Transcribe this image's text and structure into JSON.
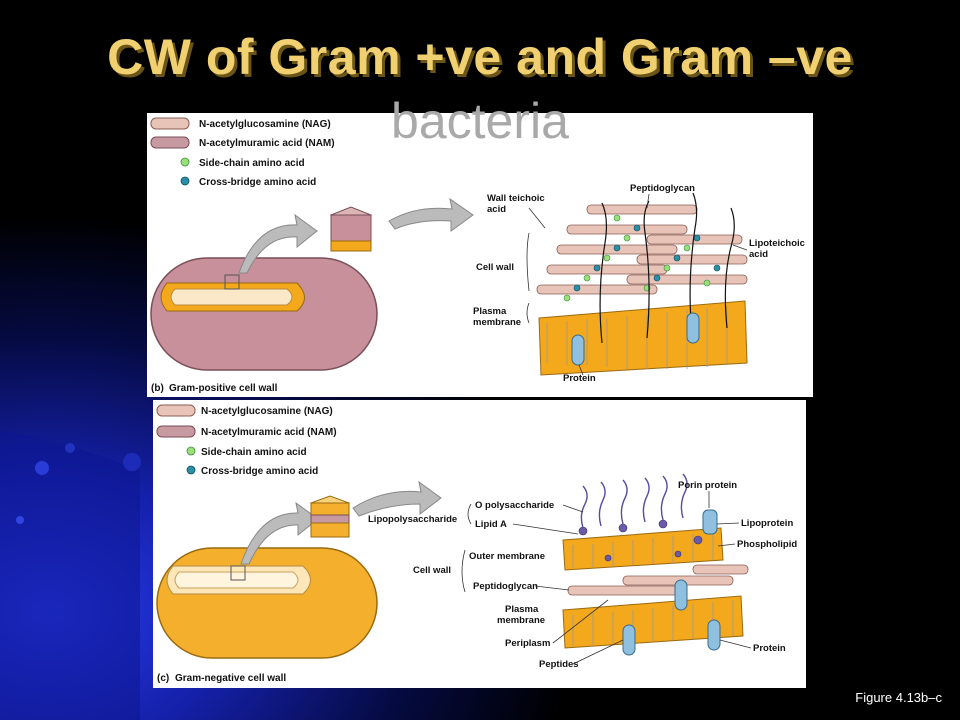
{
  "slide": {
    "title_line1": "CW of Gram +ve and Gram –ve",
    "title_line2": "bacteria",
    "figure_ref": "Figure 4.13b–c"
  },
  "legend": {
    "nag": "N-acetylglucosamine (NAG)",
    "nam": "N-acetylmuramic acid (NAM)",
    "side_chain": "Side-chain amino acid",
    "cross_bridge": "Cross-bridge amino acid"
  },
  "panel_b": {
    "caption_letter": "(b)",
    "caption": "Gram-positive cell wall",
    "labels": {
      "wall_teichoic_1": "Wall teichoic",
      "wall_teichoic_2": "acid",
      "peptidoglycan": "Peptidoglycan",
      "lipoteichoic_1": "Lipoteichoic",
      "lipoteichoic_2": "acid",
      "cell_wall": "Cell wall",
      "plasma_1": "Plasma",
      "plasma_2": "membrane",
      "protein": "Protein"
    }
  },
  "panel_c": {
    "caption_letter": "(c)",
    "caption": "Gram-negative cell wall",
    "labels": {
      "lipopolysaccharide": "Lipopolysaccharide",
      "o_polysaccharide": "O polysaccharide",
      "lipid_a": "Lipid A",
      "porin_protein": "Porin protein",
      "lipoprotein": "Lipoprotein",
      "phospholipid": "Phospholipid",
      "cell_wall": "Cell wall",
      "outer_membrane": "Outer membrane",
      "peptidoglycan": "Peptidoglycan",
      "plasma_1": "Plasma",
      "plasma_2": "membrane",
      "periplasm": "Periplasm",
      "peptides": "Peptides",
      "protein": "Protein"
    }
  },
  "colors": {
    "background": "#000000",
    "blue_accent": "#1a2ccf",
    "title_gold": "#f0d070",
    "title_gray": "#a9a9a9",
    "nag_pink": "#e8c4b8",
    "nam_mauve": "#c79aa2",
    "side_chain_green": "#9adf7a",
    "cross_bridge_teal": "#2b8fa8",
    "membrane_orange": "#f4a81c",
    "gram_pos_cell": "#c8909a",
    "gram_neg_cell": "#f4b02c",
    "porin_blue": "#8fc0e0",
    "lps_purple": "#6a5aa8"
  }
}
